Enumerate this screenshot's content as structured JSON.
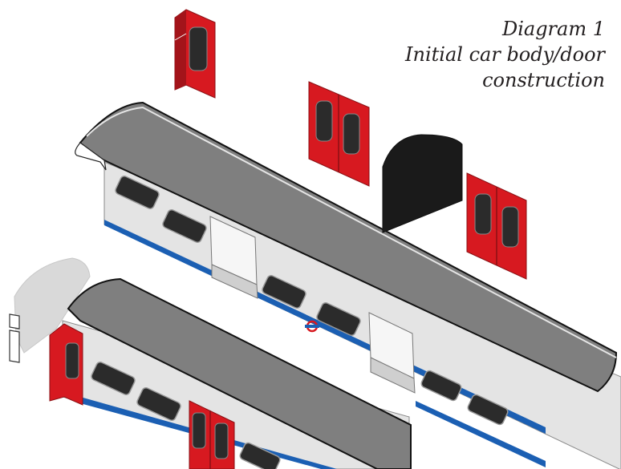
{
  "caption": {
    "line1": "Diagram 1",
    "line2": "Initial car body/door",
    "line3": "construction"
  },
  "colors": {
    "roof": "#7f7f7f",
    "roof_edge": "#3a3a3a",
    "body": "#e3e3e3",
    "door_red": "#d71920",
    "door_red_dark": "#a3141a",
    "window": "#2b2b2b",
    "stripe": "#1b5fb3",
    "gangway": "#1a1a1a",
    "white_panel": "#f6f6f6",
    "grey_panel": "#cfcfcf"
  }
}
